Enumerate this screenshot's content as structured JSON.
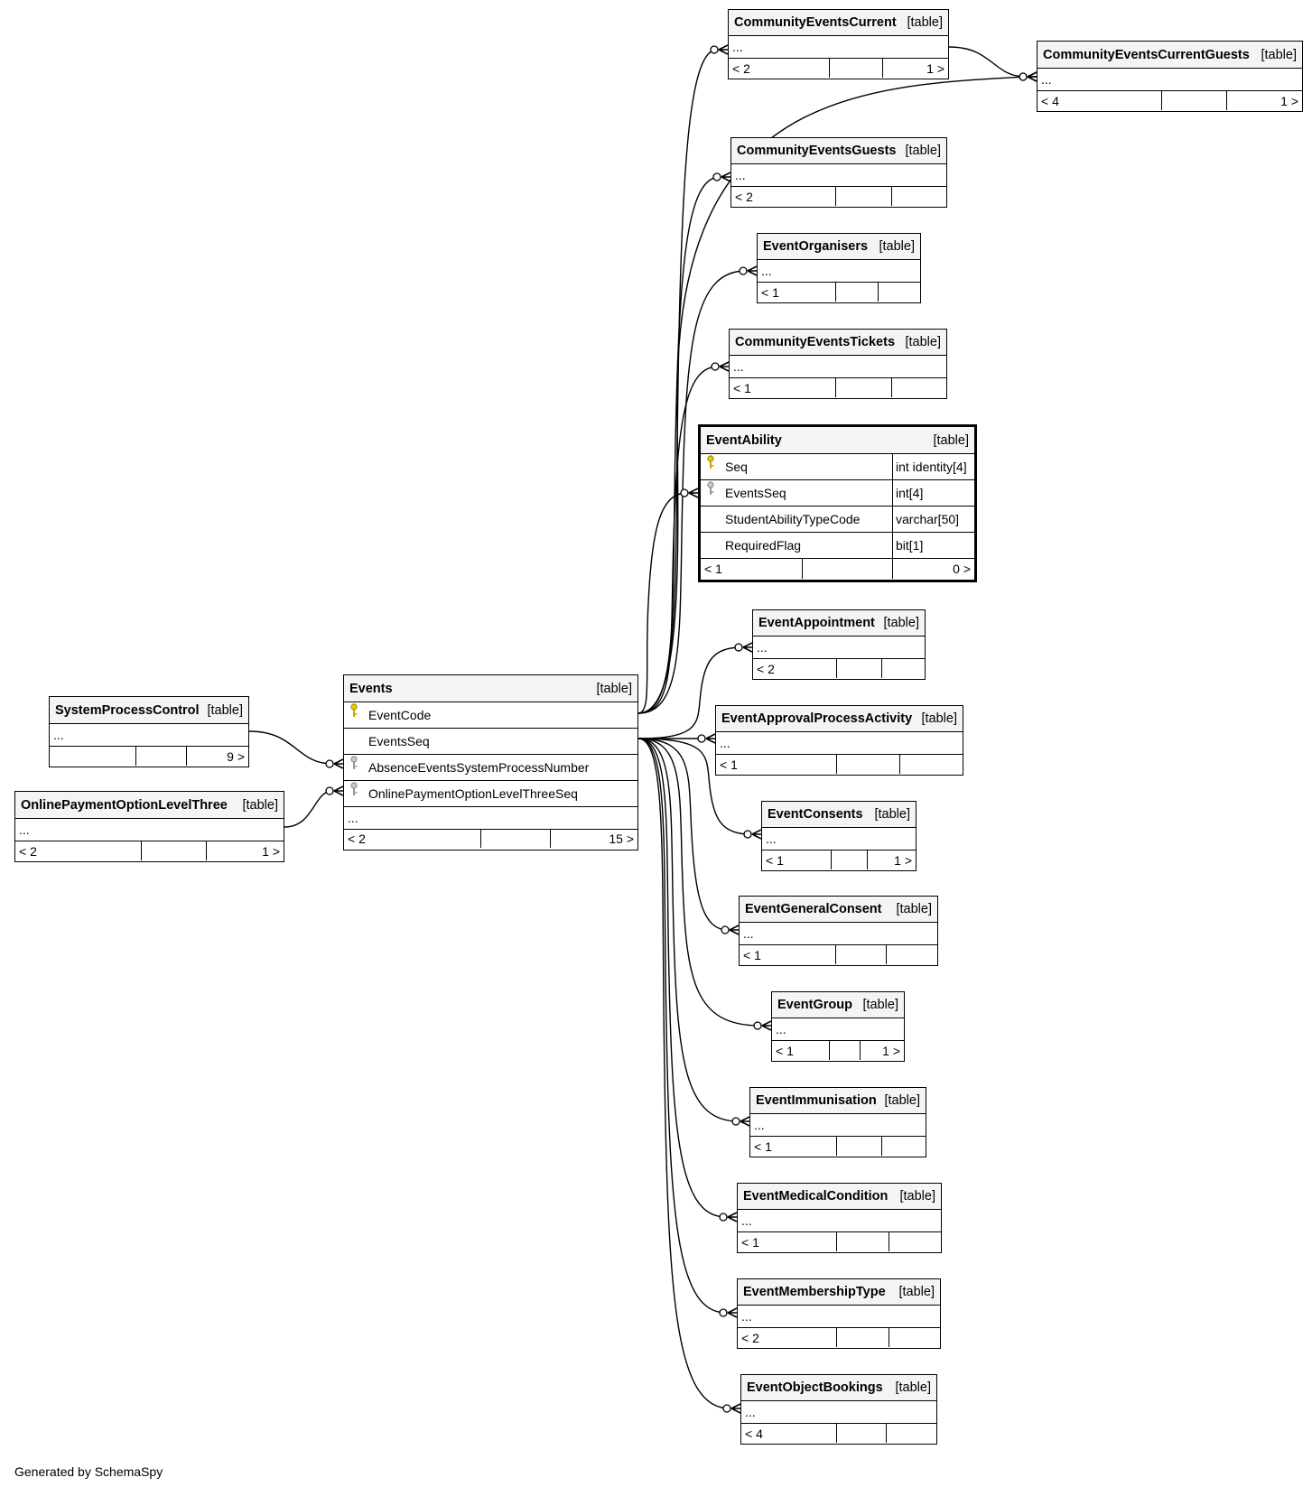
{
  "credit": "Generated by SchemaSpy",
  "type_tag": "[table]",
  "ellipsis": "...",
  "tables": {
    "events": {
      "name": "Events",
      "columns": [
        "EventCode",
        "EventsSeq",
        "AbsenceEventsSystemProcessNumber",
        "OnlinePaymentOptionLevelThreeSeq"
      ],
      "footer": [
        "< 2",
        "",
        "15 >"
      ]
    },
    "system_process_control": {
      "name": "SystemProcessControl",
      "footer": [
        "",
        "",
        "9 >"
      ]
    },
    "online_payment_option_level_three": {
      "name": "OnlinePaymentOptionLevelThree",
      "footer": [
        "< 2",
        "",
        "1 >"
      ]
    },
    "community_events_current": {
      "name": "CommunityEventsCurrent",
      "footer": [
        "< 2",
        "",
        "1 >"
      ]
    },
    "community_events_current_guests": {
      "name": "CommunityEventsCurrentGuests",
      "footer": [
        "< 4",
        "",
        "1 >"
      ]
    },
    "community_events_guests": {
      "name": "CommunityEventsGuests",
      "footer": [
        "< 2",
        "",
        ""
      ]
    },
    "event_organisers": {
      "name": "EventOrganisers",
      "footer": [
        "< 1",
        "",
        ""
      ]
    },
    "community_events_tickets": {
      "name": "CommunityEventsTickets",
      "footer": [
        "< 1",
        "",
        ""
      ]
    },
    "event_ability": {
      "name": "EventAbility",
      "columns": [
        {
          "name": "Seq",
          "type": "int identity[4]"
        },
        {
          "name": "EventsSeq",
          "type": "int[4]"
        },
        {
          "name": "StudentAbilityTypeCode",
          "type": "varchar[50]"
        },
        {
          "name": "RequiredFlag",
          "type": "bit[1]"
        }
      ],
      "footer": [
        "< 1",
        "",
        "0 >"
      ]
    },
    "event_appointment": {
      "name": "EventAppointment",
      "footer": [
        "< 2",
        "",
        ""
      ]
    },
    "event_approval_process_activity": {
      "name": "EventApprovalProcessActivity",
      "footer": [
        "< 1",
        "",
        ""
      ]
    },
    "event_consents": {
      "name": "EventConsents",
      "footer": [
        "< 1",
        "",
        "1 >"
      ]
    },
    "event_general_consent": {
      "name": "EventGeneralConsent",
      "footer": [
        "< 1",
        "",
        ""
      ]
    },
    "event_group": {
      "name": "EventGroup",
      "footer": [
        "< 1",
        "",
        "1 >"
      ]
    },
    "event_immunisation": {
      "name": "EventImmunisation",
      "footer": [
        "< 1",
        "",
        ""
      ]
    },
    "event_medical_condition": {
      "name": "EventMedicalCondition",
      "footer": [
        "< 1",
        "",
        ""
      ]
    },
    "event_membership_type": {
      "name": "EventMembershipType",
      "footer": [
        "< 2",
        "",
        ""
      ]
    },
    "event_object_bookings": {
      "name": "EventObjectBookings",
      "footer": [
        "< 4",
        "",
        ""
      ]
    }
  },
  "key_colors": {
    "primary": "#e8c800",
    "foreign": "#a0a0a0"
  }
}
